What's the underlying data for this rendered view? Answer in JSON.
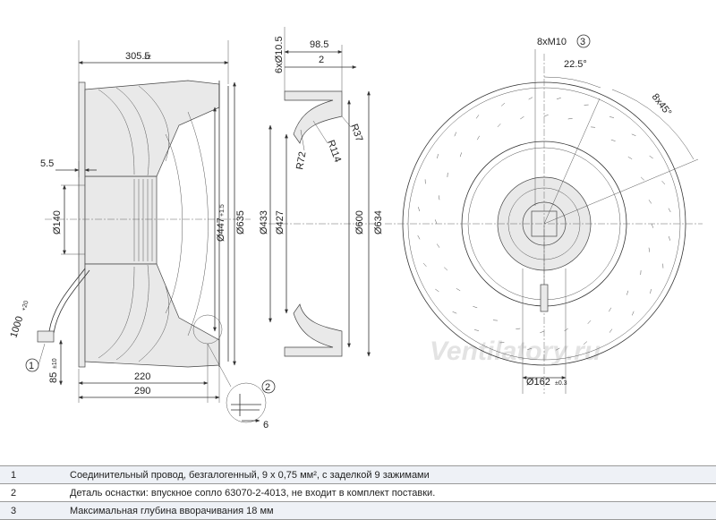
{
  "watermark": "Ventilatory.ru",
  "dimensions": {
    "width_overall": "305.5",
    "width_overall_tol": "±2",
    "offset_5_5": "5.5",
    "dia_140": "Ø140",
    "cable_length": "1000",
    "cable_length_tol": "+20",
    "cable_end": "85",
    "cable_end_tol": "±10",
    "len_220": "220",
    "len_290": "290",
    "dia_447": "Ø447",
    "dia_447_tol": "+1.5",
    "dia_635": "Ø635",
    "holes_6x10_5": "6xØ10.5",
    "dim_98_5": "98.5",
    "dim_2_top": "2",
    "r37": "R37",
    "r114": "R114",
    "r72": "R72",
    "dia_433": "Ø433",
    "dia_427": "Ø427",
    "dia_600": "Ø600",
    "dia_634": "Ø634",
    "detail_2": "2",
    "detail_6": "6",
    "thread_8xm10": "8xM10",
    "callout_3": "3",
    "angle_22_5": "22.5°",
    "angle_8x45": "8x45°",
    "dia_162": "Ø162",
    "dia_162_tol": "±0.3",
    "callout_1": "1"
  },
  "legend": [
    {
      "num": "1",
      "text": "Соединительный провод, безгалогенный, 9 x 0,75 мм², с заделкой 9 зажимами"
    },
    {
      "num": "2",
      "text": "Деталь оснастки: впускное сопло 63070-2-4013, не входит в комплект поставки."
    },
    {
      "num": "3",
      "text": "Максимальная глубина вворачивания 18 мм"
    }
  ]
}
